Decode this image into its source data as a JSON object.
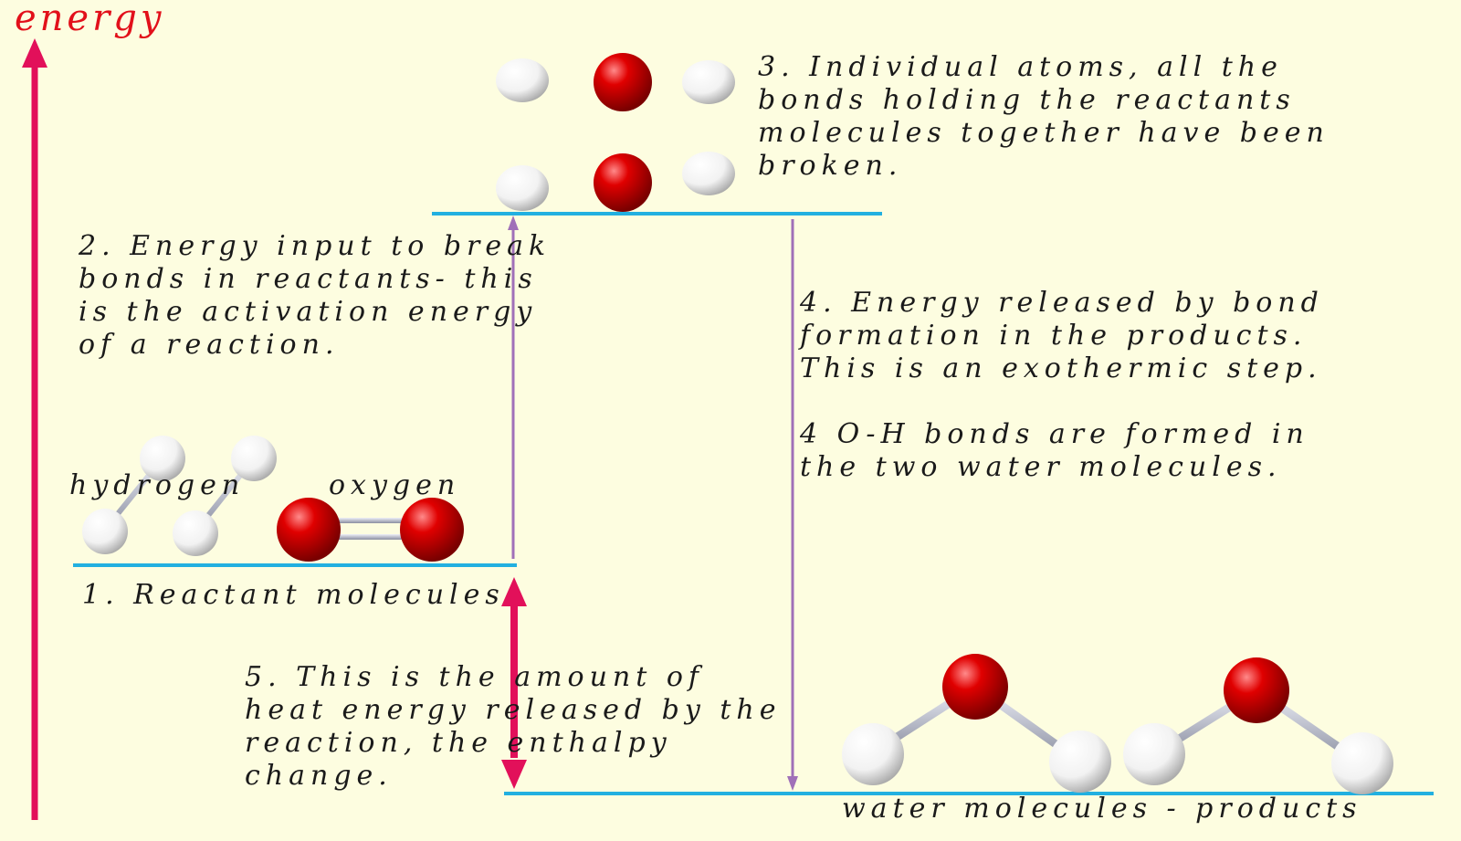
{
  "axis": {
    "label": "energy",
    "color": "#e2105a"
  },
  "colors": {
    "background": "#fdfde0",
    "level_line": "#22b0e0",
    "activation_arrow": "#a070b8",
    "release_arrow": "#a070b8",
    "enthalpy_arrow": "#e2105a",
    "oxygen_atom": "#e00000",
    "hydrogen_atom": "#ffffff",
    "bond": "#b8bccc"
  },
  "labels": {
    "reactants_level": "1. Reactant molecules",
    "hydrogen": "hydrogen",
    "oxygen": "oxygen",
    "products_level": "water molecules - products"
  },
  "annotations": {
    "step2": [
      "2. Energy input to break",
      "bonds in reactants- this",
      "is the activation energy",
      "of a reaction."
    ],
    "step3": [
      "3.  Individual atoms, all the",
      "bonds holding the reactants",
      "molecules together have been",
      "broken."
    ],
    "step4": [
      "4.  Energy released by bond",
      "formation in the products.",
      "This is an exothermic step."
    ],
    "step4b": [
      "4 O-H bonds are formed in",
      "the two water molecules."
    ],
    "step5": [
      "5.  This is the amount of",
      "heat energy released by the",
      "reaction, the enthalpy",
      "change."
    ]
  },
  "molecules": {
    "reactants": [
      "hydrogen-molecule",
      "hydrogen-molecule",
      "oxygen-molecule"
    ],
    "atoms": [
      "H",
      "O",
      "H",
      "H",
      "O",
      "H"
    ],
    "products": [
      "water-molecule",
      "water-molecule"
    ]
  }
}
